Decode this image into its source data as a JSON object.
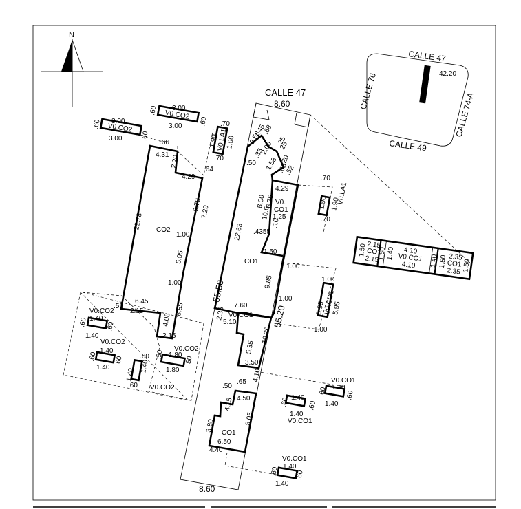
{
  "north": {
    "label": "N"
  },
  "streets": {
    "calle47_main": "CALLE 47",
    "loc_calle47": "CALLE 47",
    "loc_calle76": "CALLE 76",
    "loc_calle49": "CALLE 49",
    "loc_calle74a": "CALLE 74-A",
    "loc_front": "42.20"
  },
  "lot": {
    "front_top": "8.60",
    "front_bottom": "8.60",
    "depth_left": "55.50",
    "depth_right": "55.20"
  },
  "rooms": {
    "co2": "CO2",
    "co1_mid": "CO1",
    "co1_low": "CO1",
    "v0_co1_top": "V0.",
    "co1_top": "CO1"
  },
  "dims": {
    "d22_78": "22.78",
    "d4_31": "4.31",
    "d2_20": "2.20",
    "d4_29a": "4.29",
    "d9_79": "9.79",
    "d7_29": "7.29",
    "d1_00a": "1.00",
    "d5_95a": "5.95",
    "d1_00b": "1.00",
    "d6_45": "6.45",
    "d8_85": "8.85",
    "d4_08": "4.08",
    "d2_15a": "2.15",
    "d0_51": ".51",
    "d2_15b": "2.15",
    "d0_66": ".66",
    "d0_64": ".64",
    "d22_63": "22.63",
    "d4_29b": "4.29",
    "d8_00": "8.00",
    "d6_75": "6.75",
    "d10_6": "10.6",
    "d1_25": "1.25",
    "d1_50a": "1.50",
    "d9_85": "9.85",
    "d7_60": "7.60",
    "d5_10": "5.10",
    "d2_35": "2.35",
    "d10_20": "10.20",
    "d5_35": "5.35",
    "d3_50": "3.50",
    "d1_00c": "1.00",
    "d1_00d": "1.00",
    "d0_50": ".50",
    "d0_65": ".65",
    "d4_50": "4.50",
    "d4_25": "4.25",
    "d8_05": "8.05",
    "d3_80": "3.80",
    "d6_50": "6.50",
    "d4_40": "4.40",
    "d4_10": "4.10",
    "d0_4355": ".4355",
    "d0_10": ".10",
    "a1": ".50",
    "a2": "2.58",
    "a3": "1.45",
    "a4": ".68",
    "a5": ".25",
    "a6": ".60",
    "a7": ".52",
    "a8": "1.58",
    "a9": "2.00",
    "a10": ".20",
    "a11": "25",
    "a12": ".35"
  },
  "vo_co2_top": {
    "name": "V0.CO2",
    "l": "3.00",
    "l2": "3.00",
    "w": ".60",
    "w2": ".60"
  },
  "vo_co2_left": {
    "name": "V0.CO2",
    "l": "3.00",
    "l2": "3.00",
    "w": ".60",
    "w2": ".60"
  },
  "vo_la1_top": {
    "name": "V0.LA1",
    "l": "1.90",
    "l2": "1.90",
    "w": ".70",
    "w2": ".70"
  },
  "vo_la1_right": {
    "name": "V0.LA1",
    "l": "1.90",
    "l2": "1.90",
    "w": ".70",
    "w2": ".70"
  },
  "vo_co2_a": {
    "name": "V0.CO2",
    "l": "1.40",
    "l2": "1.40",
    "w": ".60",
    "w2": ".60"
  },
  "vo_co2_b": {
    "name": "V0.CO2",
    "l": "1.40",
    "l2": "1.40",
    "w": ".60",
    "w2": ".60"
  },
  "vo_co2_c": {
    "name": "V0.CO2",
    "l": "1.40",
    "l2": "1.40",
    "w": ".60",
    "w2": ".60"
  },
  "vo_co2_d": {
    "name": "V0.CO2",
    "l": "1.80",
    "l2": "1.80",
    "w": ".50",
    "w2": ".50"
  },
  "vo_co1_right": {
    "name": "V0.CO1",
    "l": "5.95",
    "l2": "5.95",
    "w": "1.00",
    "w2": "1.00"
  },
  "vo_co1_a": {
    "name": "V0.CO1",
    "l": "1.40",
    "l2": "1.40",
    "w": ".60",
    "w2": ".60"
  },
  "vo_co1_b": {
    "name": "V0.CO1",
    "l": "1.40",
    "l2": "1.40",
    "w": ".60",
    "w2": ".60"
  },
  "vo_co1_c": {
    "name": "V0.CO1",
    "l": "1.40",
    "l2": "1.40",
    "w": ".60",
    "w2": ".60"
  },
  "detail": {
    "left_a": "1.50",
    "left_b": "2.15",
    "left_c": "CO1",
    "left_d": "2.15",
    "left_e": "1.50",
    "mid_a": "1.40",
    "mid_b": "4.10",
    "mid_c": "V0.CO1",
    "mid_d": "4.10",
    "mid_e": "1.40",
    "right_a": "1.50",
    "right_b": "2.35",
    "right_c": "CO1",
    "right_d": "2.35",
    "right_e": "1.50"
  }
}
